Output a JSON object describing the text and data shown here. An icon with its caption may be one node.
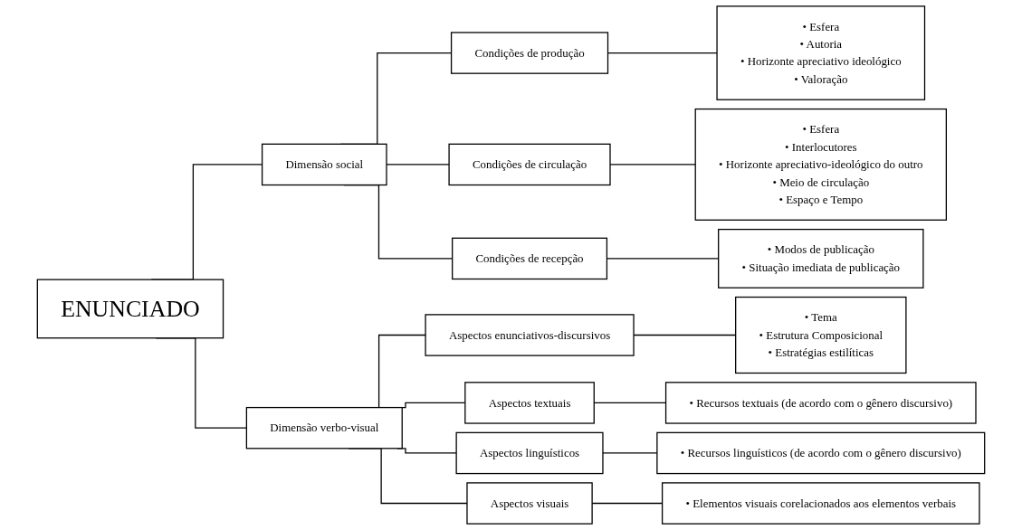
{
  "diagram": {
    "nodes": [
      {
        "text": [
          "ENUNCIADO"
        ]
      },
      {
        "text": [
          "Dimensão social"
        ]
      },
      {
        "text": [
          "Condições de produção"
        ]
      },
      {
        "text": [
          "• Esfera",
          "• Autoria",
          "• Horizonte apreciativo ideológico",
          "• Valoração"
        ]
      },
      {
        "text": [
          "Condições de circulação"
        ]
      },
      {
        "text": [
          "• Esfera",
          "• Interlocutores",
          "• Horizonte apreciativo-ideológico do outro",
          "• Meio de circulação",
          "• Espaço e Tempo"
        ]
      },
      {
        "text": [
          "Condições de recepção"
        ]
      },
      {
        "text": [
          "• Modos de publicação",
          "• Situação imediata de publicação"
        ]
      },
      {
        "text": [
          "Dimensão verbo-visual"
        ]
      },
      {
        "text": [
          "Aspectos enunciativos-discursivos"
        ]
      },
      {
        "text": [
          "• Tema",
          "• Estrutura Composicional",
          "• Estratégias estilíticas"
        ]
      },
      {
        "text": [
          "Aspectos textuais"
        ]
      },
      {
        "text": [
          "• Recursos textuais (de acordo com o gênero discursivo)"
        ]
      },
      {
        "text": [
          "Aspectos linguísticos"
        ]
      },
      {
        "text": [
          "• Recursos linguísticos (de acordo com o gênero discursivo)"
        ]
      },
      {
        "text": [
          "Aspectos visuais"
        ]
      },
      {
        "text": [
          "• Elementos visuais corelacionados aos elementos verbais"
        ]
      }
    ],
    "edges": [
      {
        "from": 0,
        "to": 1,
        "arrow": "none"
      },
      {
        "from": 0,
        "to": 8,
        "arrow": "none"
      },
      {
        "from": 1,
        "to": 2,
        "arrow": "none"
      },
      {
        "from": 1,
        "to": 4,
        "arrow": "none"
      },
      {
        "from": 1,
        "to": 6,
        "arrow": "none"
      },
      {
        "from": 2,
        "to": 3,
        "arrow": "none"
      },
      {
        "from": 4,
        "to": 5,
        "arrow": "none"
      },
      {
        "from": 6,
        "to": 7,
        "arrow": "none"
      },
      {
        "from": 8,
        "to": 9,
        "arrow": "none"
      },
      {
        "from": 8,
        "to": 11,
        "arrow": "none"
      },
      {
        "from": 8,
        "to": 13,
        "arrow": "none"
      },
      {
        "from": 8,
        "to": 15,
        "arrow": "none"
      },
      {
        "from": 9,
        "to": 10,
        "arrow": "none"
      },
      {
        "from": 11,
        "to": 12,
        "arrow": "none"
      },
      {
        "from": 13,
        "to": 14,
        "arrow": "none"
      },
      {
        "from": 15,
        "to": 16,
        "arrow": "none"
      }
    ]
  }
}
